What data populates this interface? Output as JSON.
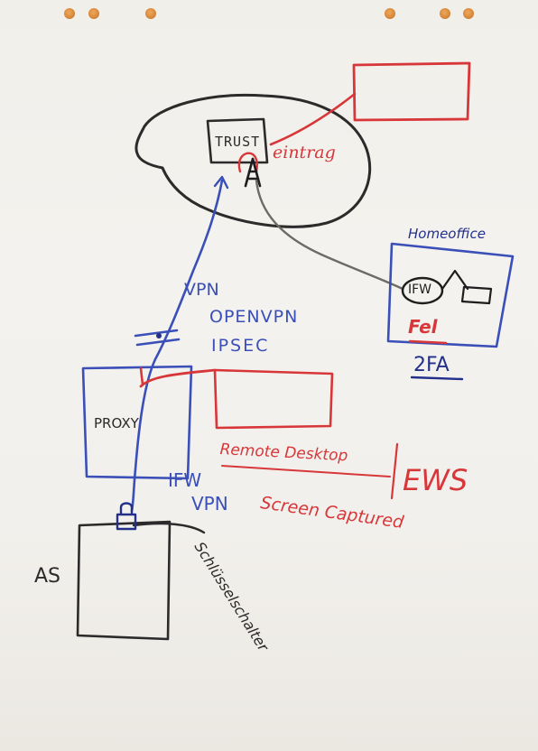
{
  "flipchart": {
    "trust": "TRUST",
    "eintraege": "eintrag",
    "home_office": "Homeoffice",
    "ifw_home": "IFW",
    "fel": "Fel",
    "two_fa": "2FA",
    "vpn": "VPN",
    "openvpn": "OPENVPN",
    "ipsec": "IPSEC",
    "proxy": "PROXY",
    "ifw": "IFW",
    "vpn_lower": "VPN",
    "remote_desktop": "Remote Desktop",
    "ews": "EWS",
    "screen_captured": "Screen Captured",
    "as": "AS",
    "schluesselschalter": "Schlüsselschalter"
  },
  "colors": {
    "marker_blue": "#3a4fb8",
    "marker_red": "#d8373a",
    "marker_black": "#2c2a2a",
    "marker_gray": "#6d6b68",
    "paper": "#f2f0ec"
  }
}
